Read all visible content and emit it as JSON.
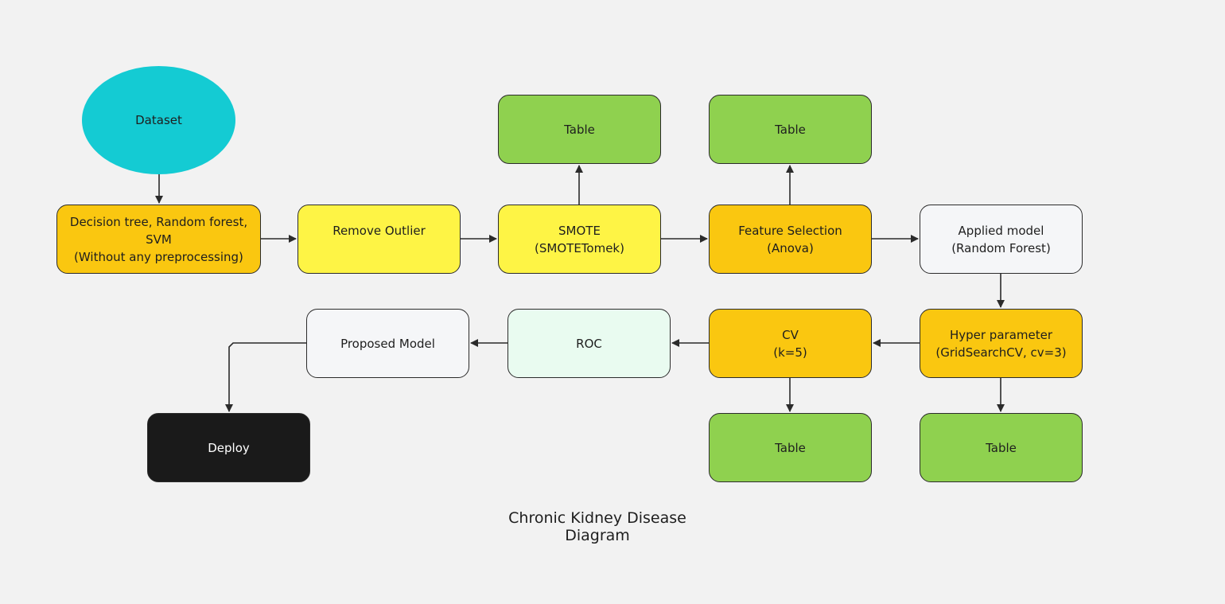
{
  "caption": "Chronic Kidney Disease Diagram",
  "colors": {
    "background": "#f2f2f2",
    "cyan": "#14cbd3",
    "orange": "#fac710",
    "yellow": "#fef445",
    "green": "#8fd14f",
    "white": "#f5f6f8",
    "mint": "#e9fbf0",
    "black": "#1a1a1a",
    "edge": "#2b2b2b"
  },
  "nodes": {
    "dataset": {
      "label": "Dataset",
      "color": "cyan"
    },
    "baseline": {
      "label": "Decision tree, Random forest,\nSVM\n(Without any preprocessing)",
      "color": "orange"
    },
    "outlier": {
      "label": "Remove Outlier",
      "color": "yellow"
    },
    "smote": {
      "label": "SMOTE\n(SMOTETomek)",
      "color": "yellow"
    },
    "feature": {
      "label": "Feature Selection\n(Anova)",
      "color": "orange"
    },
    "applied": {
      "label": "Applied model\n(Random Forest)",
      "color": "white"
    },
    "table_smote": {
      "label": "Table",
      "color": "green"
    },
    "table_feature": {
      "label": "Table",
      "color": "green"
    },
    "hyper": {
      "label": "Hyper parameter\n(GridSearchCV, cv=3)",
      "color": "orange"
    },
    "cv": {
      "label": "CV\n(k=5)",
      "color": "orange"
    },
    "roc": {
      "label": "ROC",
      "color": "mint"
    },
    "proposed": {
      "label": "Proposed Model",
      "color": "white"
    },
    "deploy": {
      "label": "Deploy",
      "color": "black"
    },
    "table_cv": {
      "label": "Table",
      "color": "green"
    },
    "table_hyper": {
      "label": "Table",
      "color": "green"
    }
  },
  "edges": [
    [
      "dataset",
      "baseline"
    ],
    [
      "baseline",
      "outlier"
    ],
    [
      "outlier",
      "smote"
    ],
    [
      "smote",
      "feature"
    ],
    [
      "feature",
      "applied"
    ],
    [
      "smote",
      "table_smote"
    ],
    [
      "feature",
      "table_feature"
    ],
    [
      "applied",
      "hyper"
    ],
    [
      "hyper",
      "cv"
    ],
    [
      "cv",
      "roc"
    ],
    [
      "roc",
      "proposed"
    ],
    [
      "proposed",
      "deploy"
    ],
    [
      "cv",
      "table_cv"
    ],
    [
      "hyper",
      "table_hyper"
    ]
  ]
}
